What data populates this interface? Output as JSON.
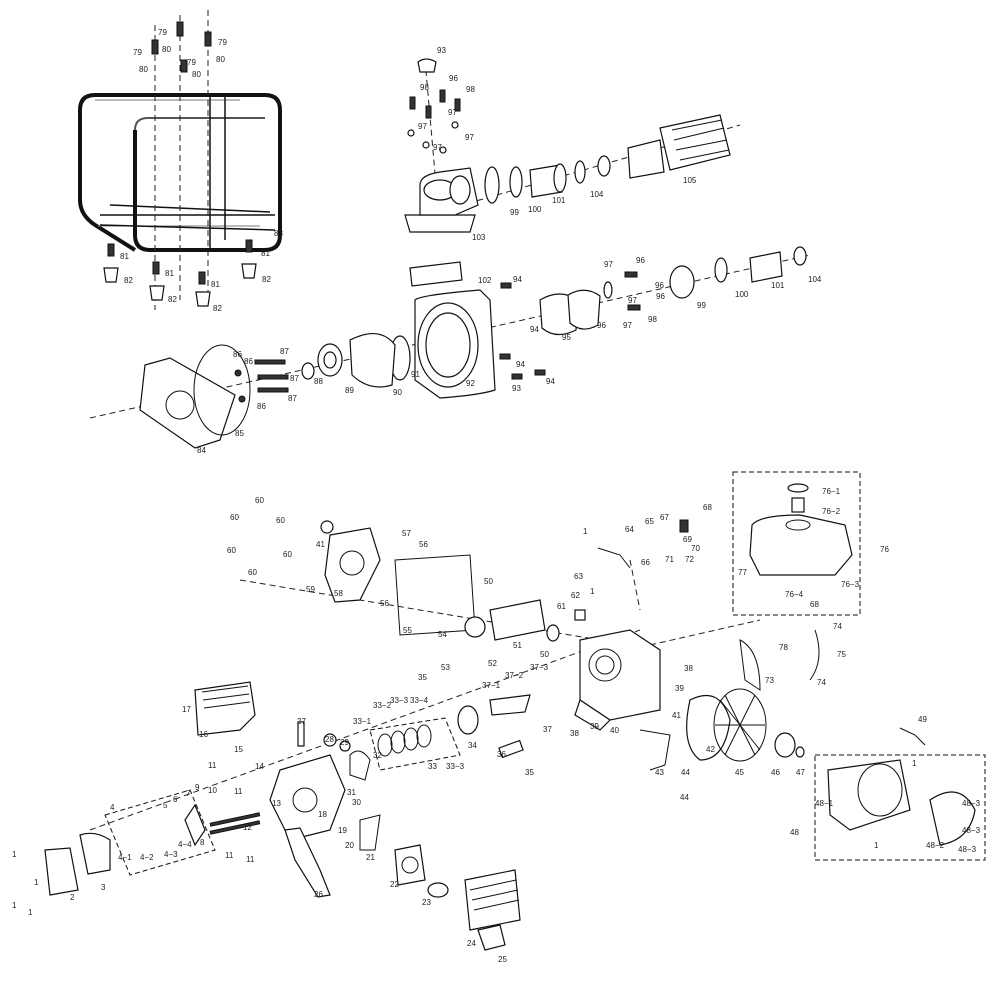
{
  "diagram": {
    "labels": [
      {
        "id": "79a",
        "text": "79"
      },
      {
        "id": "80a",
        "text": "80"
      },
      {
        "id": "79b",
        "text": "79"
      },
      {
        "id": "80b",
        "text": "80"
      },
      {
        "id": "79c",
        "text": "79"
      },
      {
        "id": "80c",
        "text": "80"
      },
      {
        "id": "79d",
        "text": "79"
      },
      {
        "id": "80d",
        "text": "80"
      },
      {
        "id": "83",
        "text": "83"
      },
      {
        "id": "81a",
        "text": "81"
      },
      {
        "id": "82a",
        "text": "82"
      },
      {
        "id": "81b",
        "text": "81"
      },
      {
        "id": "82b",
        "text": "82"
      },
      {
        "id": "81c",
        "text": "81"
      },
      {
        "id": "82c",
        "text": "82"
      },
      {
        "id": "81d",
        "text": "81"
      },
      {
        "id": "82d",
        "text": "82"
      },
      {
        "id": "93a",
        "text": "93"
      },
      {
        "id": "98a",
        "text": "98"
      },
      {
        "id": "96a",
        "text": "96"
      },
      {
        "id": "98b",
        "text": "98"
      },
      {
        "id": "97a",
        "text": "97"
      },
      {
        "id": "97b",
        "text": "97"
      },
      {
        "id": "97c",
        "text": "97"
      },
      {
        "id": "97d",
        "text": "97"
      },
      {
        "id": "103",
        "text": "103"
      },
      {
        "id": "99a",
        "text": "99"
      },
      {
        "id": "100a",
        "text": "100"
      },
      {
        "id": "101a",
        "text": "101"
      },
      {
        "id": "104a",
        "text": "104"
      },
      {
        "id": "105",
        "text": "105"
      },
      {
        "id": "102",
        "text": "102"
      },
      {
        "id": "94a",
        "text": "94"
      },
      {
        "id": "97e",
        "text": "97"
      },
      {
        "id": "96b",
        "text": "96"
      },
      {
        "id": "96c",
        "text": "96"
      },
      {
        "id": "97f",
        "text": "97"
      },
      {
        "id": "96d",
        "text": "96"
      },
      {
        "id": "98c",
        "text": "98"
      },
      {
        "id": "97g",
        "text": "97"
      },
      {
        "id": "99b",
        "text": "99"
      },
      {
        "id": "100b",
        "text": "100"
      },
      {
        "id": "101b",
        "text": "101"
      },
      {
        "id": "104b",
        "text": "104"
      },
      {
        "id": "94b",
        "text": "94"
      },
      {
        "id": "95",
        "text": "95"
      },
      {
        "id": "96e",
        "text": "96"
      },
      {
        "id": "91",
        "text": "91"
      },
      {
        "id": "92",
        "text": "92"
      },
      {
        "id": "94c",
        "text": "94"
      },
      {
        "id": "93b",
        "text": "93"
      },
      {
        "id": "94d",
        "text": "94"
      },
      {
        "id": "86a",
        "text": "86"
      },
      {
        "id": "86b",
        "text": "86"
      },
      {
        "id": "87a",
        "text": "87"
      },
      {
        "id": "87b",
        "text": "87"
      },
      {
        "id": "87c",
        "text": "87"
      },
      {
        "id": "88",
        "text": "88"
      },
      {
        "id": "89",
        "text": "89"
      },
      {
        "id": "90",
        "text": "90"
      },
      {
        "id": "86c",
        "text": "86"
      },
      {
        "id": "85",
        "text": "85"
      },
      {
        "id": "84",
        "text": "84"
      },
      {
        "id": "60a",
        "text": "60"
      },
      {
        "id": "60b",
        "text": "60"
      },
      {
        "id": "60c",
        "text": "60"
      },
      {
        "id": "60d",
        "text": "60"
      },
      {
        "id": "60e",
        "text": "60"
      },
      {
        "id": "60f",
        "text": "60"
      },
      {
        "id": "60g",
        "text": "60"
      },
      {
        "id": "41a",
        "text": "41"
      },
      {
        "id": "57",
        "text": "57"
      },
      {
        "id": "56a",
        "text": "56"
      },
      {
        "id": "59",
        "text": "59"
      },
      {
        "id": "58",
        "text": "58"
      },
      {
        "id": "56b",
        "text": "56"
      },
      {
        "id": "55",
        "text": "55"
      },
      {
        "id": "1a",
        "text": "1"
      },
      {
        "id": "63",
        "text": "63"
      },
      {
        "id": "64",
        "text": "64"
      },
      {
        "id": "65",
        "text": "65"
      },
      {
        "id": "67",
        "text": "67"
      },
      {
        "id": "68a",
        "text": "68"
      },
      {
        "id": "69",
        "text": "69"
      },
      {
        "id": "70",
        "text": "70"
      },
      {
        "id": "66",
        "text": "66"
      },
      {
        "id": "71",
        "text": "71"
      },
      {
        "id": "72",
        "text": "72"
      },
      {
        "id": "76-1",
        "text": "76−1"
      },
      {
        "id": "76-2",
        "text": "76−2"
      },
      {
        "id": "76",
        "text": "76"
      },
      {
        "id": "77",
        "text": "77"
      },
      {
        "id": "76-3",
        "text": "76−3"
      },
      {
        "id": "76-4",
        "text": "76−4"
      },
      {
        "id": "68b",
        "text": "68"
      },
      {
        "id": "50a",
        "text": "50"
      },
      {
        "id": "54",
        "text": "54"
      },
      {
        "id": "51",
        "text": "51"
      },
      {
        "id": "62",
        "text": "62"
      },
      {
        "id": "1b",
        "text": "1"
      },
      {
        "id": "61",
        "text": "61"
      },
      {
        "id": "50b",
        "text": "50"
      },
      {
        "id": "53",
        "text": "53"
      },
      {
        "id": "52",
        "text": "52"
      },
      {
        "id": "74a",
        "text": "74"
      },
      {
        "id": "75",
        "text": "75"
      },
      {
        "id": "74b",
        "text": "74"
      },
      {
        "id": "78",
        "text": "78"
      },
      {
        "id": "73",
        "text": "73"
      },
      {
        "id": "38a",
        "text": "38"
      },
      {
        "id": "39a",
        "text": "39"
      },
      {
        "id": "41b",
        "text": "41"
      },
      {
        "id": "38b",
        "text": "38"
      },
      {
        "id": "39b",
        "text": "39"
      },
      {
        "id": "40",
        "text": "40"
      },
      {
        "id": "42",
        "text": "42"
      },
      {
        "id": "37-1",
        "text": "37−1"
      },
      {
        "id": "37-2",
        "text": "37−2"
      },
      {
        "id": "37-3",
        "text": "37−3"
      },
      {
        "id": "37",
        "text": "37"
      },
      {
        "id": "36",
        "text": "36"
      },
      {
        "id": "35a",
        "text": "35"
      },
      {
        "id": "35b",
        "text": "35"
      },
      {
        "id": "34",
        "text": "34"
      },
      {
        "id": "33",
        "text": "33"
      },
      {
        "id": "33-1",
        "text": "33−1"
      },
      {
        "id": "33-2",
        "text": "33−2"
      },
      {
        "id": "33-3a",
        "text": "33−3"
      },
      {
        "id": "33-4",
        "text": "33−4"
      },
      {
        "id": "33-3b",
        "text": "33−3"
      },
      {
        "id": "17",
        "text": "17"
      },
      {
        "id": "16",
        "text": "16"
      },
      {
        "id": "15",
        "text": "15"
      },
      {
        "id": "14",
        "text": "14"
      },
      {
        "id": "27",
        "text": "27"
      },
      {
        "id": "28",
        "text": "28"
      },
      {
        "id": "29",
        "text": "29"
      },
      {
        "id": "32",
        "text": "32"
      },
      {
        "id": "31",
        "text": "31"
      },
      {
        "id": "30",
        "text": "30"
      },
      {
        "id": "13",
        "text": "13"
      },
      {
        "id": "18",
        "text": "18"
      },
      {
        "id": "19",
        "text": "19"
      },
      {
        "id": "20",
        "text": "20"
      },
      {
        "id": "21",
        "text": "21"
      },
      {
        "id": "22",
        "text": "22"
      },
      {
        "id": "23",
        "text": "23"
      },
      {
        "id": "24",
        "text": "24"
      },
      {
        "id": "25",
        "text": "25"
      },
      {
        "id": "26",
        "text": "26"
      },
      {
        "id": "11a",
        "text": "11"
      },
      {
        "id": "11b",
        "text": "11"
      },
      {
        "id": "11c",
        "text": "11"
      },
      {
        "id": "11d",
        "text": "11"
      },
      {
        "id": "10",
        "text": "10"
      },
      {
        "id": "9",
        "text": "9"
      },
      {
        "id": "12",
        "text": "12"
      },
      {
        "id": "8",
        "text": "8"
      },
      {
        "id": "7",
        "text": "7"
      },
      {
        "id": "6",
        "text": "6"
      },
      {
        "id": "5",
        "text": "5"
      },
      {
        "id": "4",
        "text": "4"
      },
      {
        "id": "4-1",
        "text": "4−1"
      },
      {
        "id": "4-2",
        "text": "4−2"
      },
      {
        "id": "4-3",
        "text": "4−3"
      },
      {
        "id": "4-4",
        "text": "4−4"
      },
      {
        "id": "3",
        "text": "3"
      },
      {
        "id": "2",
        "text": "2"
      },
      {
        "id": "1c",
        "text": "1"
      },
      {
        "id": "1d",
        "text": "1"
      },
      {
        "id": "1e",
        "text": "1"
      },
      {
        "id": "1f",
        "text": "1"
      },
      {
        "id": "43",
        "text": "43"
      },
      {
        "id": "44a",
        "text": "44"
      },
      {
        "id": "44b",
        "text": "44"
      },
      {
        "id": "45",
        "text": "45"
      },
      {
        "id": "46",
        "text": "46"
      },
      {
        "id": "47",
        "text": "47"
      },
      {
        "id": "49",
        "text": "49"
      },
      {
        "id": "48",
        "text": "48"
      },
      {
        "id": "48-1",
        "text": "48−1"
      },
      {
        "id": "48-2",
        "text": "48−2"
      },
      {
        "id": "48-3a",
        "text": "48−3"
      },
      {
        "id": "48-3b",
        "text": "48−3"
      },
      {
        "id": "48-3c",
        "text": "48−3"
      },
      {
        "id": "1g",
        "text": "1"
      },
      {
        "id": "1h",
        "text": "1"
      }
    ]
  }
}
